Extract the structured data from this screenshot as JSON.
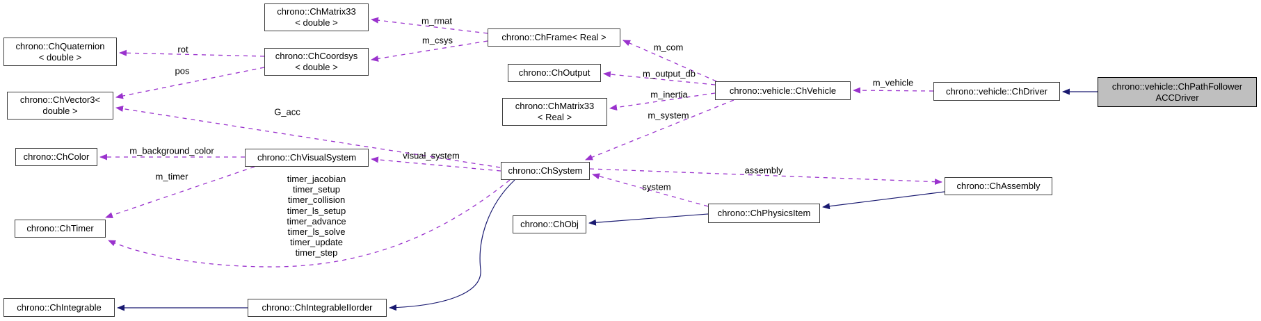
{
  "diagram": {
    "type": "collaboration-graph",
    "colors": {
      "background": "#ffffff",
      "collaboration_edge": "#9a32cd",
      "inheritance_edge": "#191970",
      "node_border": "#3d3d3d",
      "node_fill": "#ffffff",
      "highlight_node_fill": "#bfbfbf",
      "text": "#000000"
    },
    "nodes": {
      "matrix33_double": {
        "label": "chrono::ChMatrix33\n< double >"
      },
      "quaternion": {
        "label": "chrono::ChQuaternion\n< double >"
      },
      "coordsys": {
        "label": "chrono::ChCoordsys\n< double >"
      },
      "vector3": {
        "label": "chrono::ChVector3<\ndouble >"
      },
      "frame": {
        "label": "chrono::ChFrame< Real >"
      },
      "output": {
        "label": "chrono::ChOutput"
      },
      "matrix33_real": {
        "label": "chrono::ChMatrix33\n< Real >"
      },
      "vehicle": {
        "label": "chrono::vehicle::ChVehicle"
      },
      "driver": {
        "label": "chrono::vehicle::ChDriver"
      },
      "path_follower": {
        "label": "chrono::vehicle::ChPathFollower\nACCDriver"
      },
      "color": {
        "label": "chrono::ChColor"
      },
      "visual_system": {
        "label": "chrono::ChVisualSystem"
      },
      "system": {
        "label": "chrono::ChSystem"
      },
      "assembly": {
        "label": "chrono::ChAssembly"
      },
      "physics_item": {
        "label": "chrono::ChPhysicsItem"
      },
      "obj": {
        "label": "chrono::ChObj"
      },
      "timer": {
        "label": "chrono::ChTimer"
      },
      "integrable": {
        "label": "chrono::ChIntegrable"
      },
      "integrable_iiorder": {
        "label": "chrono::ChIntegrableIIorder"
      }
    },
    "edge_labels": {
      "m_rmat": {
        "label": "m_rmat"
      },
      "m_csys": {
        "label": "m_csys"
      },
      "rot": {
        "label": "rot"
      },
      "pos": {
        "label": "pos"
      },
      "m_com": {
        "label": "m_com"
      },
      "m_output_db": {
        "label": "m_output_db"
      },
      "m_inertia": {
        "label": "m_inertia"
      },
      "m_system": {
        "label": "m_system"
      },
      "m_vehicle": {
        "label": "m_vehicle"
      },
      "g_acc": {
        "label": "G_acc"
      },
      "m_background_color": {
        "label": "m_background_color"
      },
      "visual_system": {
        "label": "visual_system"
      },
      "m_timer": {
        "label": "m_timer"
      },
      "timers": {
        "label": "timer_jacobian\ntimer_setup\ntimer_collision\ntimer_ls_setup\ntimer_advance\ntimer_ls_solve\ntimer_update\ntimer_step"
      },
      "assembly": {
        "label": "assembly"
      },
      "system": {
        "label": "system"
      }
    }
  }
}
